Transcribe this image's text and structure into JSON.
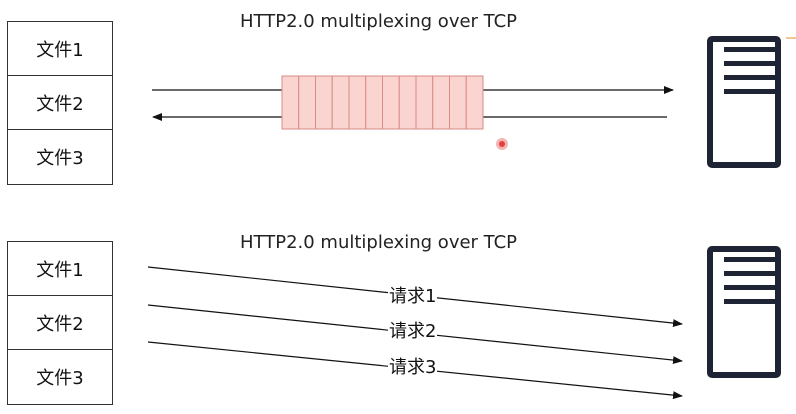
{
  "top_diagram": {
    "title": "HTTP2.0 multiplexing over TCP",
    "files": [
      "文件1",
      "文件2",
      "文件3"
    ],
    "stream_segments": 12,
    "segment_fill": "#f9d4d1",
    "segment_border": "#d98b85"
  },
  "bottom_diagram": {
    "title": "HTTP2.0 multiplexing over TCP",
    "files": [
      "文件1",
      "文件2",
      "文件3"
    ],
    "requests": [
      "请求1",
      "请求2",
      "请求3"
    ]
  },
  "colors": {
    "line": "#111111",
    "server": "#1e2433",
    "cursor": "#e04040"
  },
  "icons": {
    "server": "server-icon",
    "cursor": "cursor-dot-icon"
  }
}
